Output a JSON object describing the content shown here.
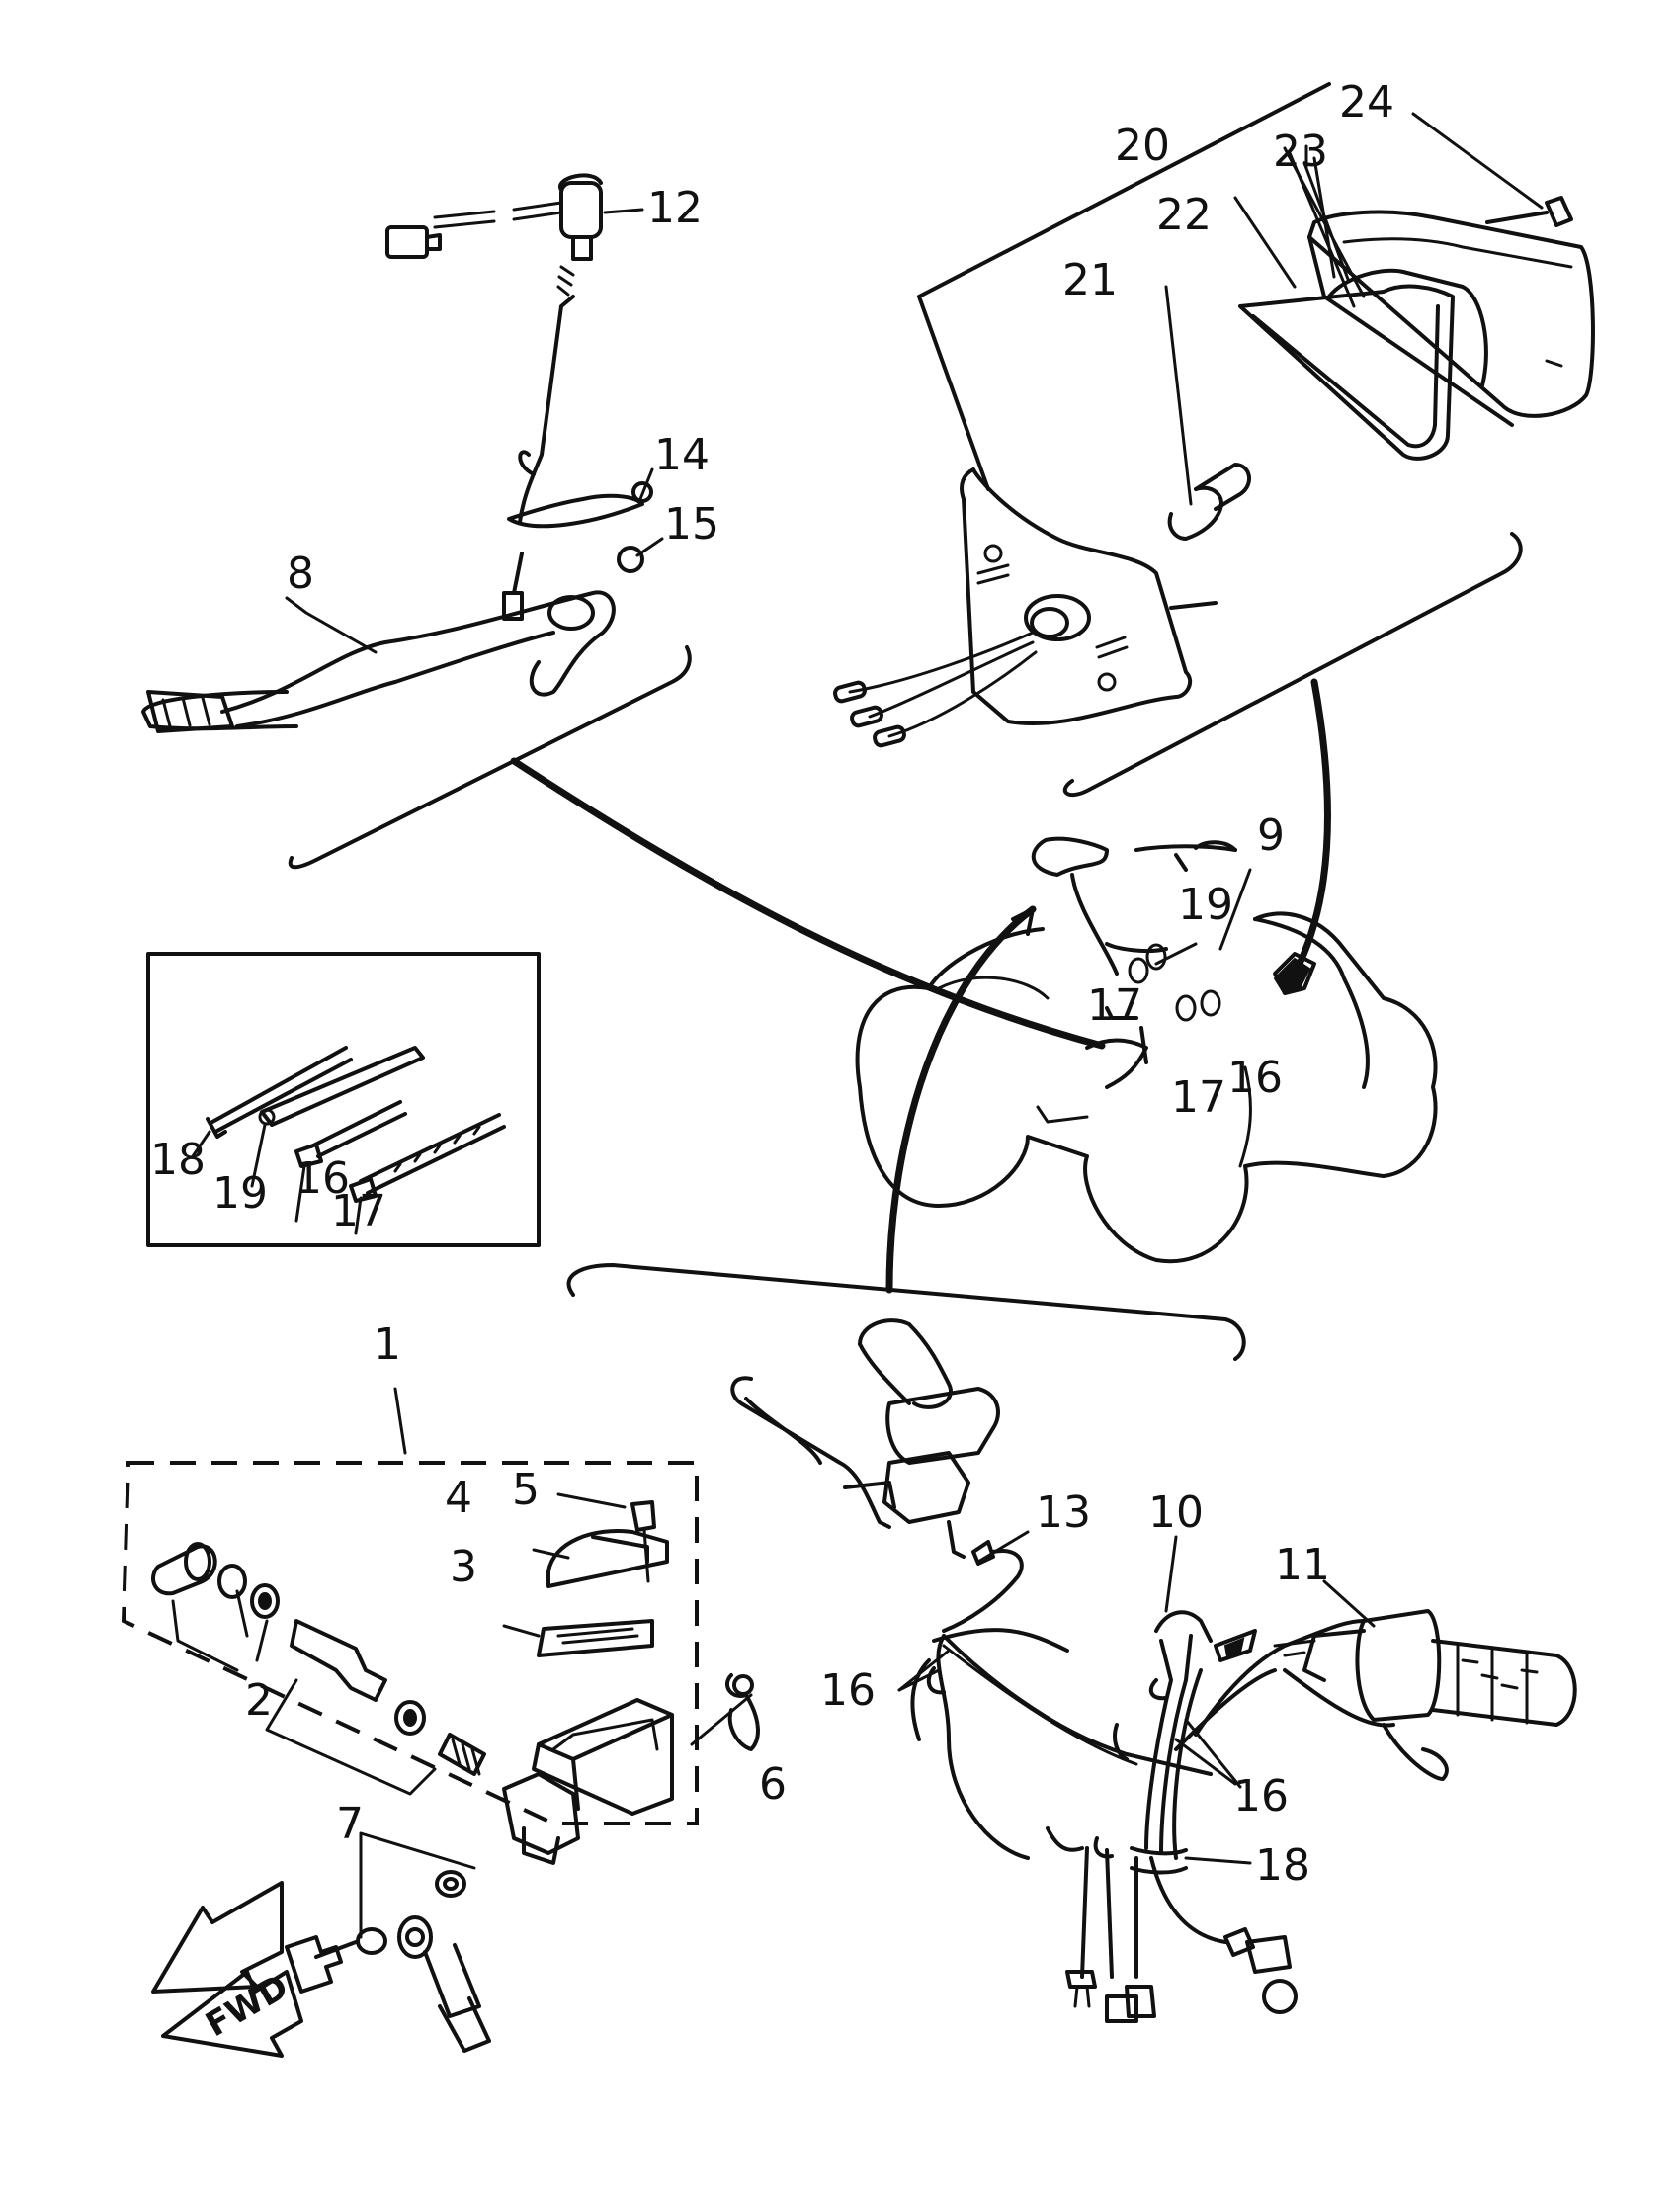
{
  "labels": {
    "l1": "1",
    "l2": "2",
    "l3": "3",
    "l4": "4",
    "l5": "5",
    "l6": "6",
    "l7": "7",
    "l8": "8",
    "l9": "9",
    "l10": "10",
    "l11": "11",
    "l12": "12",
    "l13": "13",
    "l14": "14",
    "l15": "15",
    "l16a": "16",
    "l16b": "16",
    "l16c": "16",
    "l16d": "16",
    "l17a": "17",
    "l17b": "17",
    "l17c": "17",
    "l18a": "18",
    "l18b": "18",
    "l19a": "19",
    "l19b": "19",
    "l20": "20",
    "l21": "21",
    "l22": "22",
    "l23": "23",
    "l24": "24"
  },
  "fwd_arrow": "FWD"
}
